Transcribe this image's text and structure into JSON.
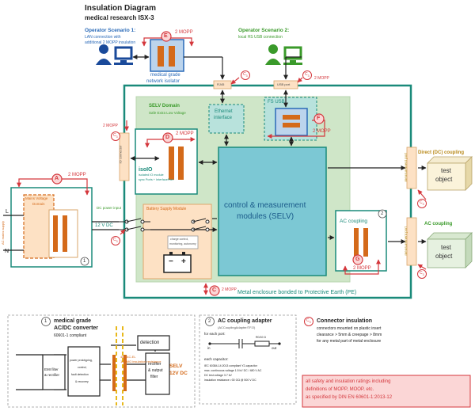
{
  "title": "Insulation Diagram",
  "subtitle": "medical research ISX-3",
  "scenario1": {
    "title": "Operator Scenario 1:",
    "line1": "LAN connection with",
    "line2": "additional 2 MOPP insulation"
  },
  "scenario2": {
    "title": "Operator Scenario 2:",
    "line1": "local HS USB connection"
  },
  "isolator": {
    "line1": "medical grade",
    "line2": "network isolator"
  },
  "mopp": "2 MOPP",
  "markers": {
    "A": "A",
    "C": "C",
    "D": "D",
    "E": "E",
    "F": "F",
    "G": "G"
  },
  "subscript": "3",
  "selv": {
    "title": "SELV Domain",
    "sub": "Safe Extra Low Voltage"
  },
  "ethernet": {
    "line1": "Ethernet",
    "line2": "interface"
  },
  "fsusb": "FS USB",
  "ports": {
    "rj45": "RJ45",
    "usb": "USB port"
  },
  "isoio": {
    "title": "isoIO",
    "line1": "isolated IO module",
    "line2": "sync Ports + InterfacePort"
  },
  "connector_label": "IO connector",
  "main": {
    "line1": "control & measurement",
    "line2": "modules (SELV)"
  },
  "battery": {
    "title": "Battery Supply Module",
    "line1": "charge control,",
    "line2": "monitoring, autonomy"
  },
  "dcpower": "DC power input",
  "v12": "12 V DC",
  "mains": {
    "title": "Mains Voltage",
    "sub": "Domain",
    "side": "AC mains supply",
    "L": "L",
    "N": "N"
  },
  "ac_coupling": "AC coupling",
  "direct_dc": "Direct (DC) coupling",
  "measurement_port": "measurement port",
  "test_object": {
    "line1": "test",
    "line2": "object"
  },
  "enclosure": "Metal enclosure bonded to Protective Earth (PE)",
  "num": {
    "one": "1",
    "two": "2"
  },
  "legend1": {
    "title1": "medical grade",
    "title2": "AC/DC converter",
    "compliant": "60601-1 compliant",
    "detection": "detection",
    "emi1": "EMI filter",
    "emi2": "& rectifier",
    "pf1": "power prototyping,",
    "pf2": "control,",
    "pf3": "fault detection",
    "pf4": "& recovery",
    "rect1": "rectifier",
    "rect2": "& output",
    "rect3": "filter",
    "selv1": "SELV",
    "selv2": "12V DC",
    "iso1": "4kV AC-EL",
    "iso2": "100 MΩ insulation resistance"
  },
  "legend2": {
    "title": "AC coupling adapter",
    "sub": "(ACCouplingAdapter/TF/2)",
    "each_port": "for each port:",
    "in": "in",
    "out": "out",
    "res": "R0/10 Ω",
    "each_cap": "each capacitor:",
    "c1": "IEC 60384-14:2013 compliant Y2-capacitor",
    "c2": "max. continuous voltage 1.5 kV DC / 480 V AC",
    "c3": "DC test voltage 3.7 kV",
    "c4": "insulation resistance >30 GΩ @ 500 V DC"
  },
  "legend3": {
    "title": "Connector insulation",
    "l1": "connectors mounted on plastic insert",
    "l2": "clearance > 5mm & creepage > 8mm",
    "l3": "for any metal part of metal enclosure"
  },
  "note": {
    "l1": "all safety and insulation ratings including",
    "l2": "definitions of MOPP, MOOP, etc.",
    "l3": "as specified by DIN EN 60601-1:2013-12"
  },
  "colors": {
    "teal": "#1a8a7a",
    "red": "#d4373c",
    "green": "#3a9a2a",
    "orange": "#d46a1a",
    "blue": "#2a6ab8",
    "selv_bg": "#cfe6c8",
    "main_bg": "#7cc8d4"
  }
}
